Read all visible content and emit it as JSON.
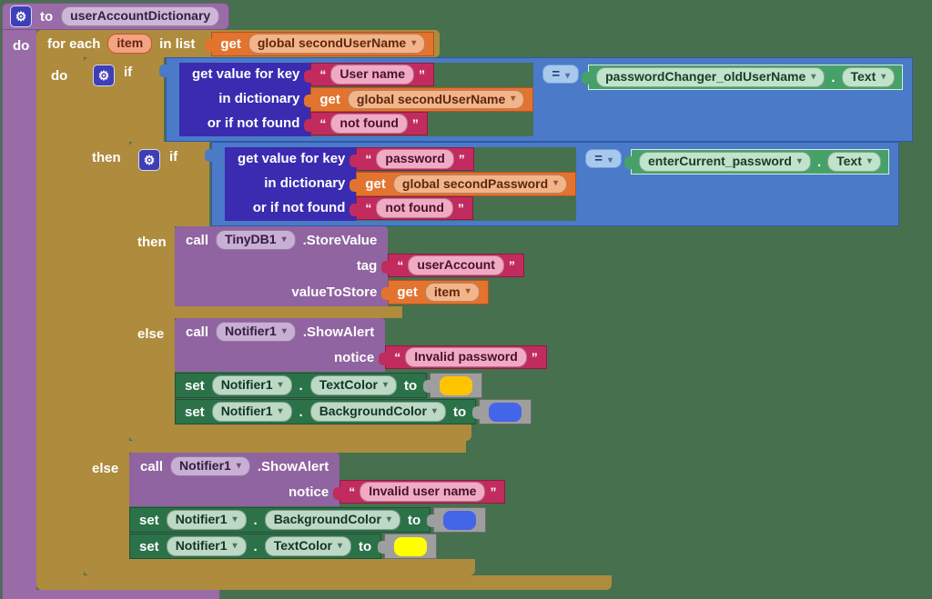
{
  "icons": {
    "gear": "⚙"
  },
  "chars": {
    "oq": "“",
    "cq": "”",
    "dot": "."
  },
  "palette": {
    "workspace_background": "#47704E",
    "procedure_purple": "#9A6CA7",
    "control_gold": "#AE8B3D",
    "logic_blue": "#4A7AC8",
    "dictionary_indigo": "#3A2BB0",
    "text_magenta": "#C22B5E",
    "variable_orange": "#E2742F",
    "component_getter_green": "#46A169",
    "component_setter_green": "#2B7249",
    "color_block_gray": "#9E9E9E"
  },
  "procedure": {
    "to_label": "to",
    "name": "userAccountDictionary",
    "do_label": "do"
  },
  "foreach": {
    "label": "for each",
    "item_field": "item",
    "in_list_label": "in list",
    "do_label": "do",
    "list": {
      "get_label": "get",
      "variable": "global secondUserName"
    }
  },
  "if1": {
    "if_label": "if",
    "then_label": "then",
    "else_label": "else"
  },
  "if2": {
    "if_label": "if",
    "then_label": "then",
    "else_label": "else"
  },
  "cond1": {
    "op": "=",
    "dict": {
      "key_label": "get value for key",
      "key_text": "User name",
      "in_dict_label": "in dictionary",
      "get_label": "get",
      "variable": "global secondUserName",
      "notfound_label": "or if not found",
      "notfound_text": "not found"
    },
    "right": {
      "component": "passwordChanger_oldUserName",
      "property": "Text"
    }
  },
  "cond2": {
    "op": "=",
    "dict": {
      "key_label": "get value for key",
      "key_text": "password",
      "in_dict_label": "in dictionary",
      "get_label": "get",
      "variable": "global secondPassword",
      "notfound_label": "or if not found",
      "notfound_text": "not found"
    },
    "right": {
      "component": "enterCurrent_password",
      "property": "Text"
    }
  },
  "store_call": {
    "call_label": "call",
    "component": "TinyDB1",
    "method": ".StoreValue",
    "tag_label": "tag",
    "tag_text": "userAccount",
    "value_label": "valueToStore",
    "get_label": "get",
    "variable": "item"
  },
  "alert1": {
    "call_label": "call",
    "component": "Notifier1",
    "method": ".ShowAlert",
    "notice_label": "notice",
    "notice_text": "Invalid password"
  },
  "set_textcolor1": {
    "set_label": "set",
    "component": "Notifier1",
    "property": "TextColor",
    "to_label": "to",
    "color": "#FFC400"
  },
  "set_bgcolor1": {
    "set_label": "set",
    "component": "Notifier1",
    "property": "BackgroundColor",
    "to_label": "to",
    "color": "#4365E8"
  },
  "alert2": {
    "call_label": "call",
    "component": "Notifier1",
    "method": ".ShowAlert",
    "notice_label": "notice",
    "notice_text": "Invalid user name"
  },
  "set_bgcolor2": {
    "set_label": "set",
    "component": "Notifier1",
    "property": "BackgroundColor",
    "to_label": "to",
    "color": "#4365E8"
  },
  "set_textcolor2": {
    "set_label": "set",
    "component": "Notifier1",
    "property": "TextColor",
    "to_label": "to",
    "color": "#FFFF00"
  }
}
